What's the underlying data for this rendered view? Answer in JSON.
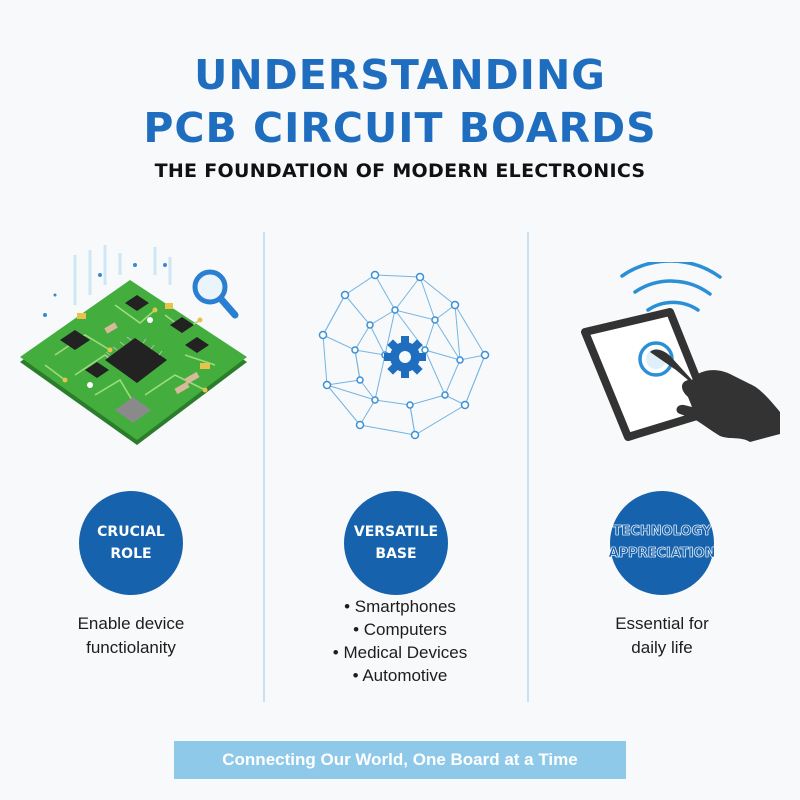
{
  "header": {
    "title_line1": "UNDERSTANDING",
    "title_line2": "PCB CIRCUIT BOARDS",
    "subtitle": "THE FOUNDATION OF MODERN ELECTRONICS"
  },
  "columns": [
    {
      "icon": "pcb-board-with-magnifier",
      "badge": "CRUCIAL\nROLE",
      "description": "Enable device\nfunctiolanity"
    },
    {
      "icon": "network-gear",
      "badge": "VERSATILE\nBASE",
      "items": [
        "Smartphones",
        "Computers",
        "Medical Devices",
        "Automotive"
      ]
    },
    {
      "icon": "hand-tapping-tablet",
      "badge": "TECHNOLOGY\nAPPRECIATION",
      "description": "Essential for\ndaily life"
    }
  ],
  "footer": {
    "text": "Connecting Our World, One Board at a Time"
  },
  "colors": {
    "primary": "#1f6dbf",
    "badge": "#1662ad",
    "footer": "#8fc9ea",
    "pcb_green": "#3aa33a"
  }
}
